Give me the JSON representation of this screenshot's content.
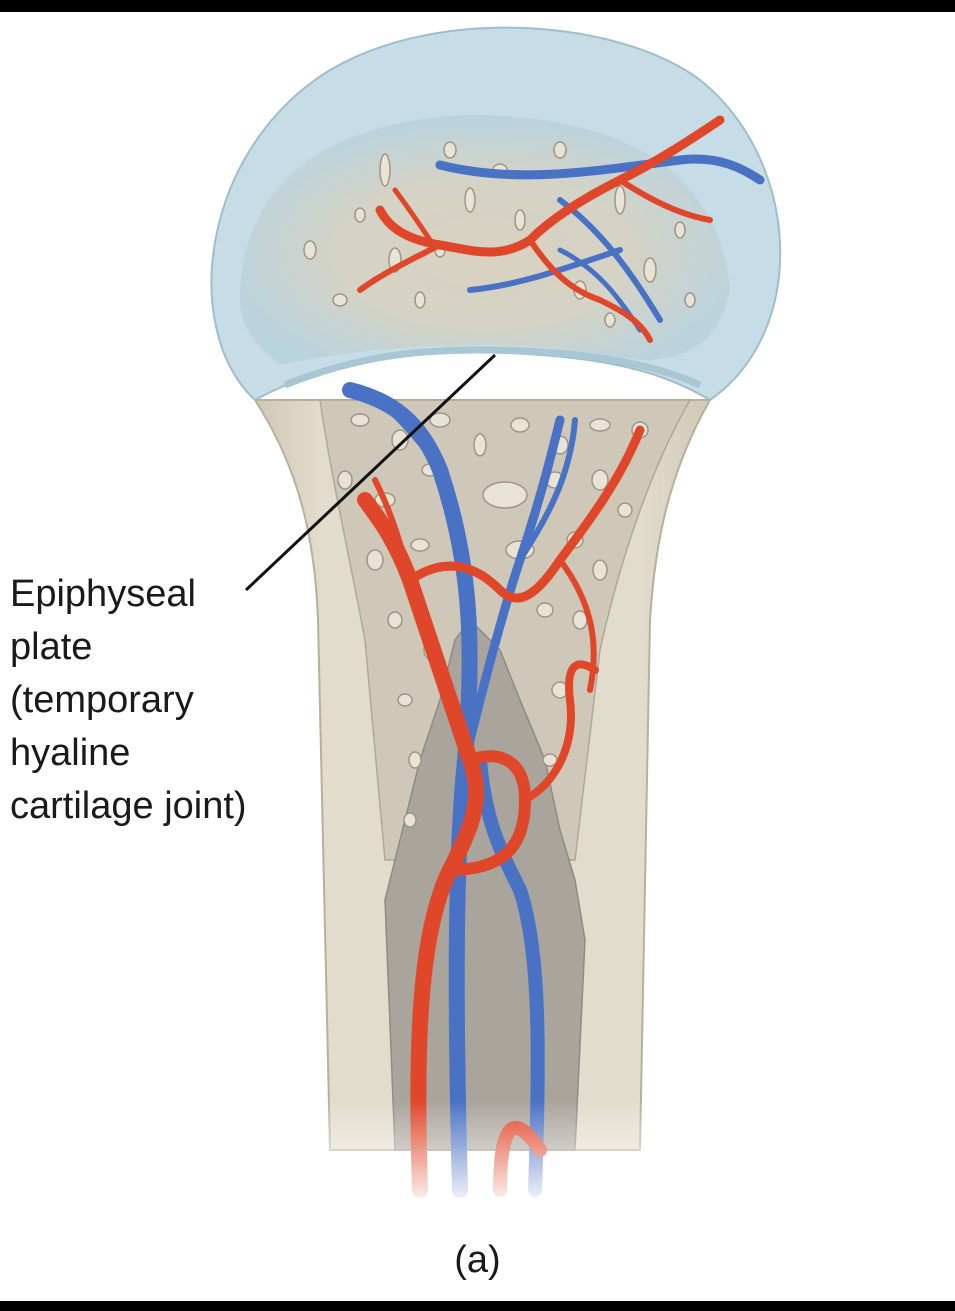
{
  "figure": {
    "callout": {
      "lines": [
        "Epiphyseal",
        "plate",
        "(temporary",
        "hyaline",
        "cartilage joint)"
      ]
    },
    "panel_label": "(a)"
  },
  "colors": {
    "cartilage": "#c9dce4",
    "bone": "#ddd6c6",
    "marrow_cavity": "#a9a49c",
    "artery": "#e0472a",
    "vein": "#4a72c4",
    "frame_bars": "#000000"
  }
}
